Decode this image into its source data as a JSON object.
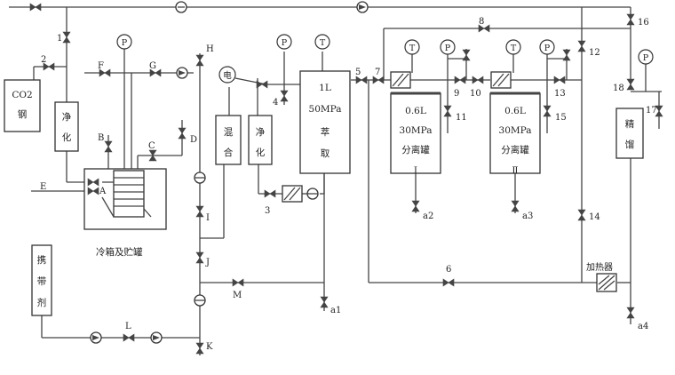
{
  "units": {
    "co2": [
      "CO2",
      "钢"
    ],
    "purifier1": [
      "净",
      "化"
    ],
    "mixer": [
      "混",
      "合"
    ],
    "purifier2": [
      "净",
      "化"
    ],
    "extractor": [
      "1L",
      "50MPa",
      "萃",
      "取"
    ],
    "separator1": [
      "0.6L",
      "30MPa",
      "分离罐",
      "Ⅰ"
    ],
    "separator2": [
      "0.6L",
      "30MPa",
      "分离罐",
      "Ⅱ"
    ],
    "rectifier": [
      "精",
      "馏"
    ],
    "entrainer": [
      "携",
      "带",
      "剂"
    ],
    "cold_box": "冷箱及贮罐",
    "heater": "加热器",
    "motor": "电"
  },
  "gauges": {
    "pressure": "P",
    "temperature": "T"
  },
  "valve_labels": {
    "v1": "1",
    "v2": "2",
    "v3": "3",
    "v4": "4",
    "v5": "5",
    "v6": "6",
    "v7": "7",
    "v8": "8",
    "v9": "9",
    "v10": "10",
    "v11": "11",
    "v12": "12",
    "v13": "13",
    "v14": "14",
    "v15": "15",
    "v16": "16",
    "v17": "17",
    "v18": "18",
    "A": "A",
    "B": "B",
    "C": "C",
    "D": "D",
    "E": "E",
    "F": "F",
    "G": "G",
    "H": "H",
    "I": "I",
    "J": "J",
    "K": "K",
    "L": "L",
    "M": "M",
    "a1": "a1",
    "a2": "a2",
    "a3": "a3",
    "a4": "a4"
  }
}
